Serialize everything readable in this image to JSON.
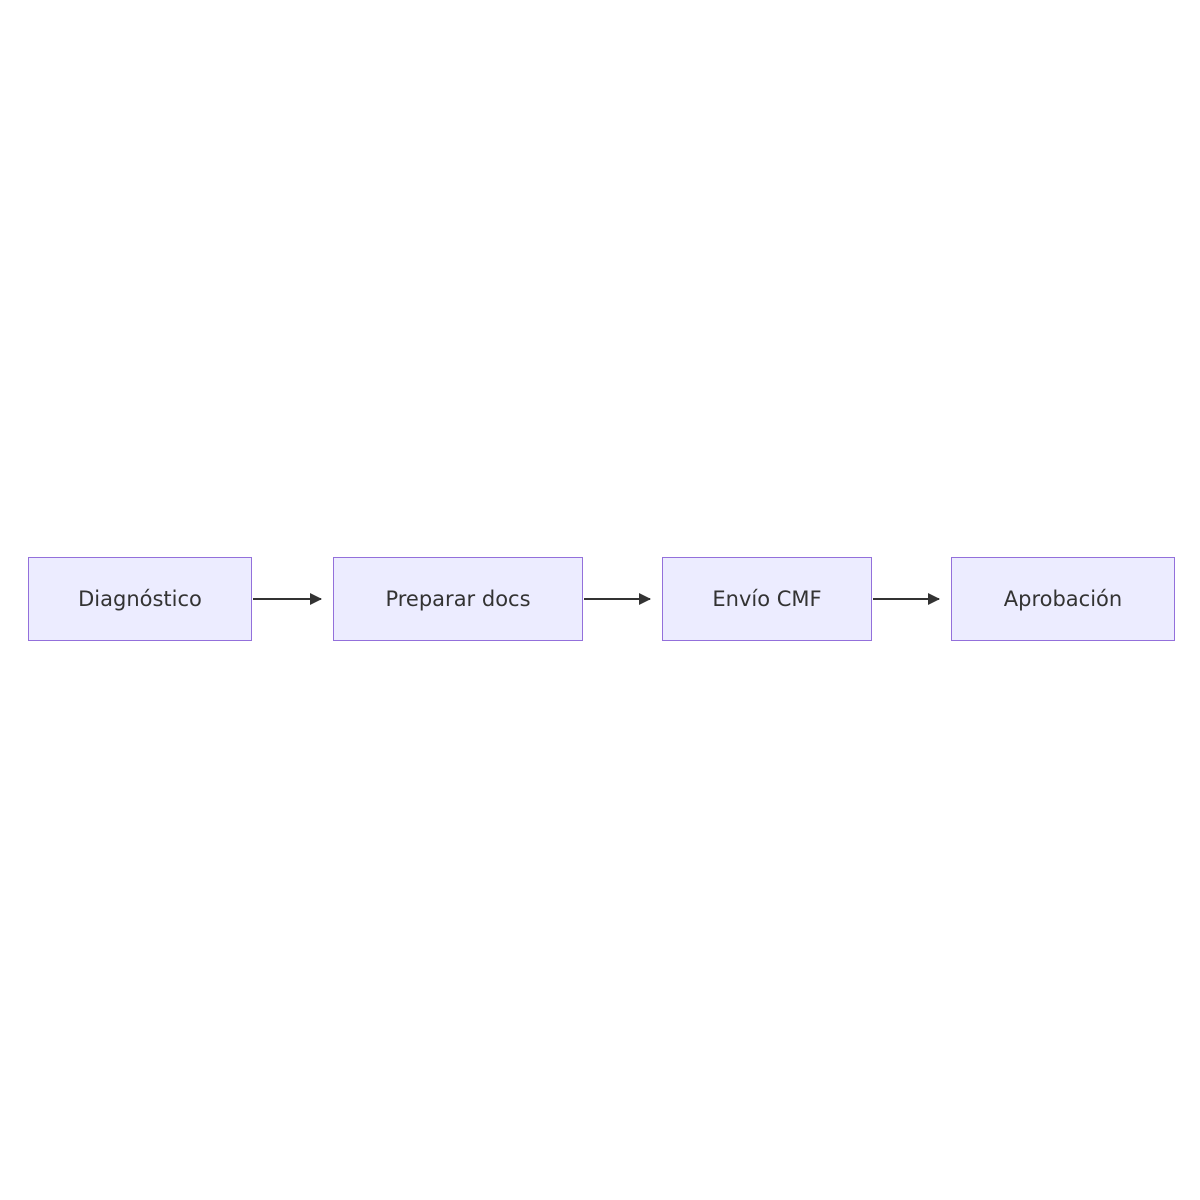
{
  "diagram": {
    "type": "flowchart",
    "direction": "left-to-right",
    "nodes": [
      {
        "id": "node-1",
        "label": "Diagnóstico"
      },
      {
        "id": "node-2",
        "label": "Preparar docs"
      },
      {
        "id": "node-3",
        "label": "Envío CMF"
      },
      {
        "id": "node-4",
        "label": "Aprobación"
      }
    ],
    "edges": [
      {
        "from": "Diagnóstico",
        "to": "Preparar docs",
        "style": "arrow"
      },
      {
        "from": "Preparar docs",
        "to": "Envío CMF",
        "style": "arrow"
      },
      {
        "from": "Envío CMF",
        "to": "Aprobación",
        "style": "arrow"
      }
    ],
    "colors": {
      "background": "#FFFFFF",
      "node_fill": "#ECECFF",
      "node_border": "#9370DB",
      "node_text": "#333333",
      "arrow": "#333333"
    }
  }
}
